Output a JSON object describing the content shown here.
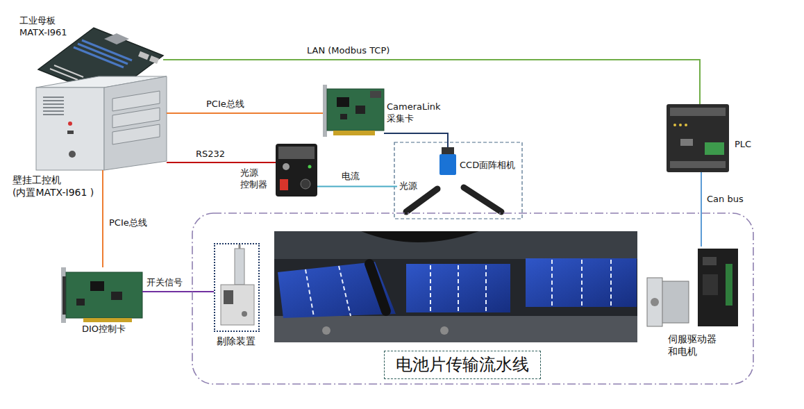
{
  "diagram": {
    "nodes": [
      {
        "text": [
          "工业母板 MATX-I961"
        ]
      },
      {
        "text": [
          "壁挂工控机 (内置MATX-I961 )"
        ]
      },
      {
        "text": [
          "CameraLink 采集卡"
        ]
      },
      {
        "text": [
          "PLC"
        ]
      },
      {
        "text": [
          "光源 控制器"
        ]
      },
      {
        "text": [
          "光源"
        ]
      },
      {
        "text": [
          "CCD面阵相机"
        ]
      },
      {
        "text": [
          "DIO控制卡"
        ]
      },
      {
        "text": [
          "电池片传输流水线"
        ]
      },
      {
        "text": [
          "剔除装置"
        ],
        "in": 8
      },
      {
        "text": [
          "伺服驱动器 和电机"
        ],
        "in": 8
      }
    ],
    "edges": [
      {
        "from": 0,
        "to": 3,
        "label": "LAN (Modbus TCP)",
        "arrow": "none"
      },
      {
        "from": 1,
        "to": 2,
        "label": "PCIe总线",
        "arrow": "none"
      },
      {
        "from": 2,
        "to": 6,
        "arrow": "none"
      },
      {
        "from": 1,
        "to": 4,
        "label": "RS232",
        "arrow": "none"
      },
      {
        "from": 4,
        "to": 5,
        "label": "电流",
        "arrow": "none"
      },
      {
        "from": 1,
        "to": 7,
        "label": "PCIe总线",
        "arrow": "none"
      },
      {
        "from": 7,
        "to": 9,
        "label": "开关信号",
        "arrow": "none"
      },
      {
        "from": 3,
        "to": 10,
        "label": "Can bus",
        "arrow": "none"
      }
    ]
  }
}
